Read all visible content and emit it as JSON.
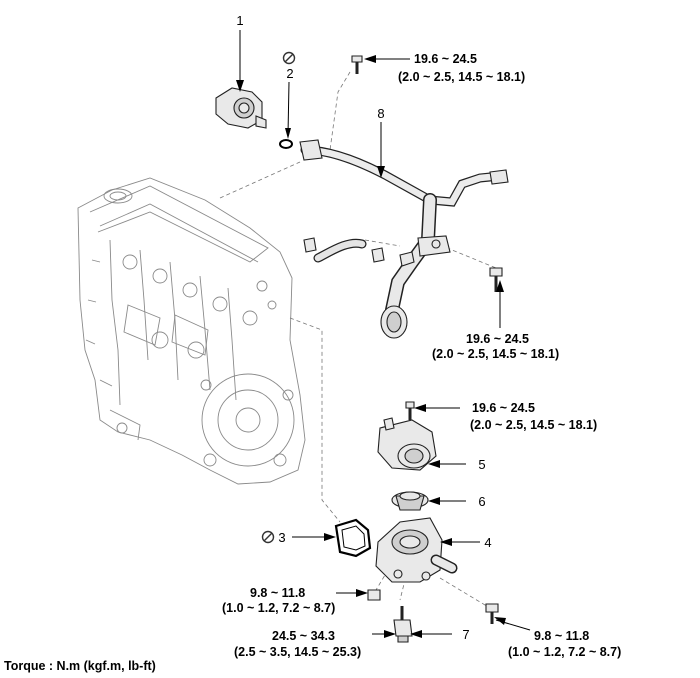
{
  "parts": [
    {
      "id": "1",
      "label": "1"
    },
    {
      "id": "2",
      "label": "2"
    },
    {
      "id": "3",
      "label": "3"
    },
    {
      "id": "4",
      "label": "4"
    },
    {
      "id": "5",
      "label": "5"
    },
    {
      "id": "6",
      "label": "6"
    },
    {
      "id": "7",
      "label": "7"
    },
    {
      "id": "8",
      "label": "8"
    }
  ],
  "torques": {
    "t_top": {
      "value": "19.6 ~ 24.5",
      "alt": "(2.0 ~ 2.5, 14.5 ~ 18.1)"
    },
    "t_mid": {
      "value": "19.6 ~ 24.5",
      "alt": "(2.0 ~ 2.5, 14.5 ~ 18.1)"
    },
    "t_housing": {
      "value": "19.6 ~ 24.5",
      "alt": "(2.0 ~ 2.5, 14.5 ~ 18.1)"
    },
    "t_left_bolt": {
      "value": "9.8 ~ 11.8",
      "alt": "(1.0 ~ 1.2, 7.2 ~ 8.7)"
    },
    "t_sensor": {
      "value": "24.5 ~ 34.3",
      "alt": "(2.5 ~ 3.5, 14.5 ~ 25.3)"
    },
    "t_right_bolt": {
      "value": "9.8 ~ 11.8",
      "alt": "(1.0 ~ 1.2, 7.2 ~ 8.7)"
    }
  },
  "legend": "Torque : N.m (kgf.m, lb-ft)",
  "icons": {
    "no_reuse": "prohibited-circle-icon"
  }
}
